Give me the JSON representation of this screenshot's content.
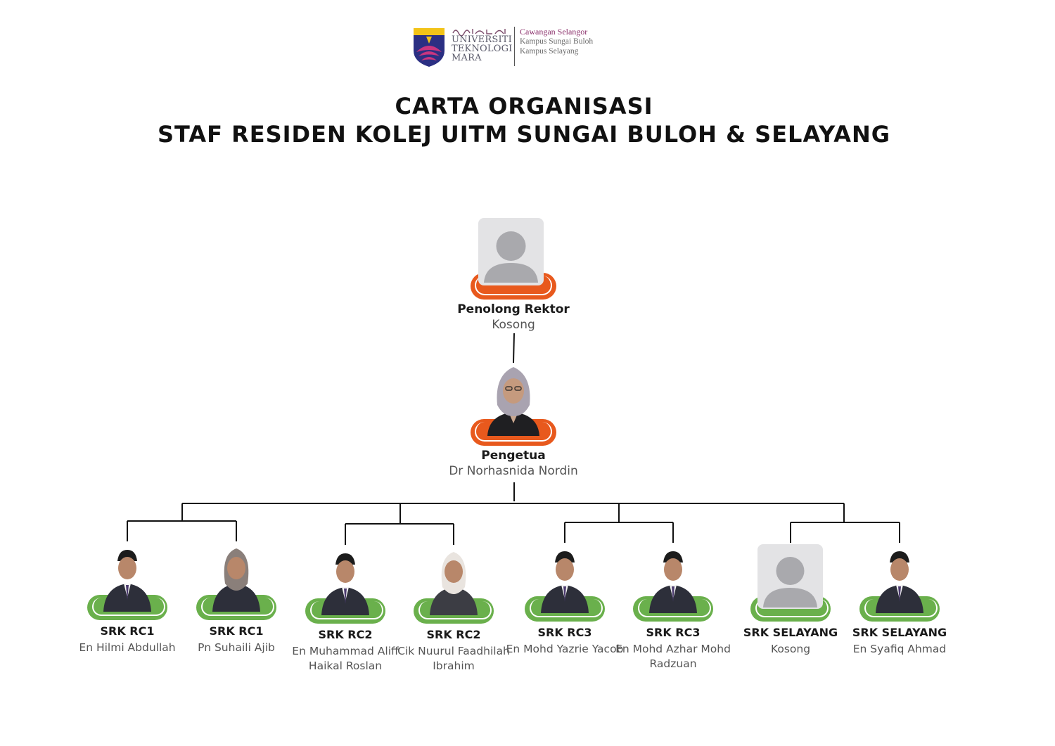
{
  "logo": {
    "arabic_text": "ونيۏرسيتي تيكنولوڬي مارا",
    "line1": "UNIVERSITI",
    "line2": "TEKNOLOGI",
    "line3": "MARA",
    "campus1": "Cawangan Selangor",
    "campus2": "Kampus Sungai Buloh",
    "campus3": "Kampus Selayang"
  },
  "title_line1": "CARTA ORGANISASI",
  "title_line2": "STAF RESIDEN KOLEJ UITM SUNGAI BULOH & SELAYANG",
  "colors": {
    "orange": "#e8591d",
    "green": "#6ab04c",
    "placeholder": "#e3e3e5"
  },
  "top": {
    "role": "Penolong Rektor",
    "name": "Kosong",
    "photo": "placeholder-avatar-icon"
  },
  "head": {
    "role": "Pengetua",
    "name": "Dr Norhasnida Nordin",
    "photo": "person-photo"
  },
  "staff": [
    {
      "role": "SRK RC1",
      "name": "En Hilmi Abdullah",
      "photo": "person-photo"
    },
    {
      "role": "SRK RC1",
      "name": "Pn Suhaili Ajib",
      "photo": "person-photo"
    },
    {
      "role": "SRK RC2",
      "name": "En Muhammad Aliff Haikal Roslan",
      "photo": "person-photo"
    },
    {
      "role": "SRK RC2",
      "name": "Cik Nuurul Faadhilah Ibrahim",
      "photo": "person-photo"
    },
    {
      "role": "SRK RC3",
      "name": "En Mohd Yazrie Yacob",
      "photo": "person-photo"
    },
    {
      "role": "SRK RC3",
      "name": "En Mohd Azhar Mohd Radzuan",
      "photo": "person-photo"
    },
    {
      "role": "SRK SELAYANG",
      "name": "Kosong",
      "photo": "placeholder-avatar-icon"
    },
    {
      "role": "SRK SELAYANG",
      "name": "En Syafiq Ahmad",
      "photo": "person-photo"
    }
  ]
}
